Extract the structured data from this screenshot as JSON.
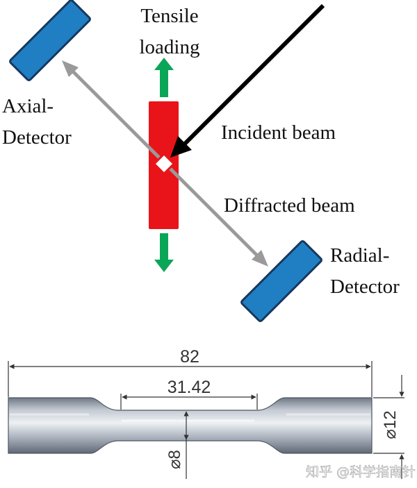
{
  "labels": {
    "tensile": [
      "Tensile",
      "loading"
    ],
    "axial_detector": [
      "Axial-",
      "Detector"
    ],
    "incident_beam": "Incident beam",
    "diffracted_beam": "Diffracted beam",
    "radial_detector": [
      "Radial-",
      "Detector"
    ]
  },
  "dimensions": {
    "overall_length": "82",
    "gauge_length": "31.42",
    "gauge_diameter": "⌀8",
    "grip_diameter": "⌀12"
  },
  "watermark": "知乎 @科学指南针",
  "colors": {
    "detector": "#1f7fc2",
    "specimen": "#e8141a",
    "loading_arrow": "#0aa657",
    "diffracted_beam": "#9a9a9a",
    "incident_beam": "#000000"
  }
}
